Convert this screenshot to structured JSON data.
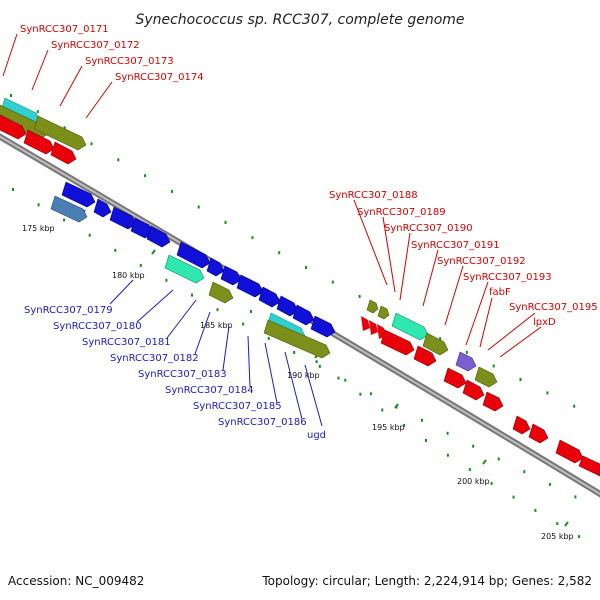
{
  "title": "Synechococcus sp. RCC307, complete genome",
  "footer": {
    "accession": "Accession: NC_009482",
    "summary": "Topology: circular; Length: 2,224,914 bp; Genes: 2,582"
  },
  "kbp_ticks": [
    "175 kbp",
    "180 kbp",
    "185 kbp",
    "190 kbp",
    "195 kbp",
    "200 kbp",
    "205 kbp"
  ],
  "red_labels": [
    "SynRCC307_0171",
    "SynRCC307_0172",
    "SynRCC307_0173",
    "SynRCC307_0174",
    "SynRCC307_0188",
    "SynRCC307_0189",
    "SynRCC307_0190",
    "SynRCC307_0191",
    "SynRCC307_0192",
    "SynRCC307_0193",
    "fabF",
    "SynRCC307_0195",
    "lpxD"
  ],
  "blue_labels": [
    "SynRCC307_0179",
    "SynRCC307_0180",
    "SynRCC307_0181",
    "SynRCC307_0182",
    "SynRCC307_0183",
    "SynRCC307_0184",
    "SynRCC307_0185",
    "SynRCC307_0186",
    "ugd"
  ],
  "colors": {
    "forward_cds": "#e8000b",
    "reverse_cds": "#1010d8",
    "rna": "#7b8f1a",
    "teal": "#31d0d0",
    "mint": "#2fe8b0",
    "steel": "#4a7fb5",
    "purple": "#7a5fd0",
    "backbone": "#8a8a8a",
    "dots": "#1f8a1f"
  }
}
